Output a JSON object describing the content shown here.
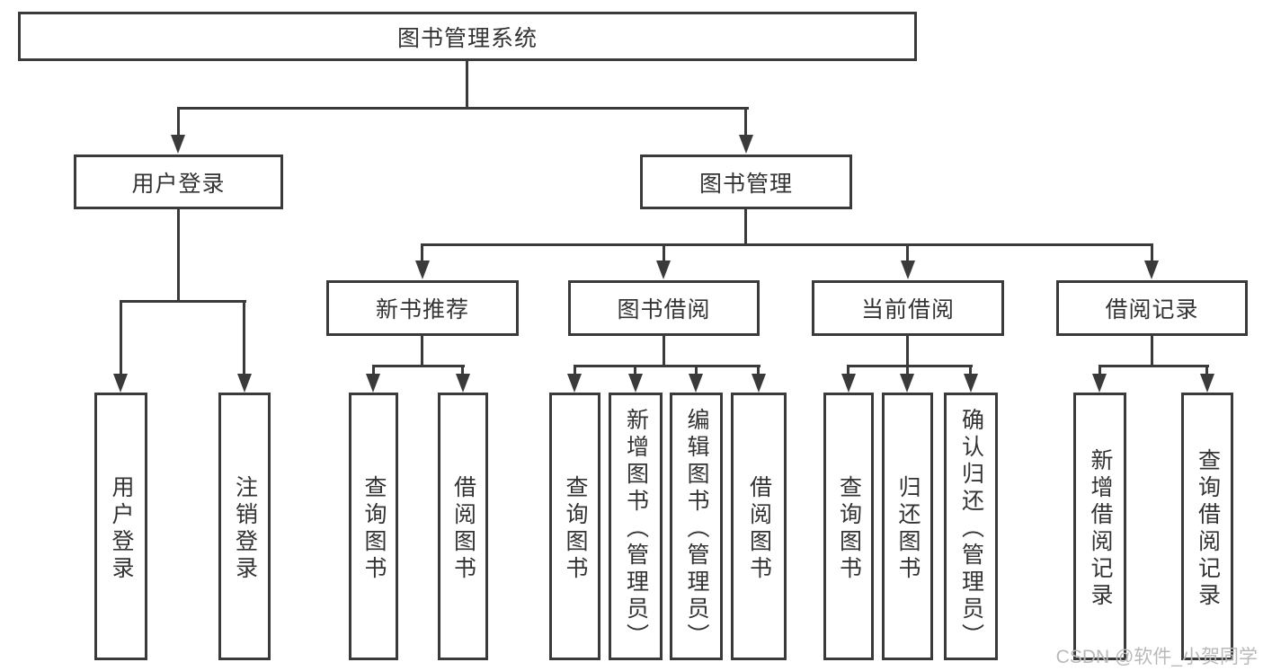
{
  "diagram": {
    "type": "hierarchy-tree",
    "root": {
      "label": "图书管理系统",
      "children": [
        {
          "label": "用户登录",
          "children": [
            {
              "label": "用户登录"
            },
            {
              "label": "注销登录"
            }
          ]
        },
        {
          "label": "图书管理",
          "children": [
            {
              "label": "新书推荐",
              "children": [
                {
                  "label": "查询图书"
                },
                {
                  "label": "借阅图书"
                }
              ]
            },
            {
              "label": "图书借阅",
              "children": [
                {
                  "label": "查询图书"
                },
                {
                  "label": "新增图书（管理员）"
                },
                {
                  "label": "编辑图书（管理员）"
                },
                {
                  "label": "借阅图书"
                }
              ]
            },
            {
              "label": "当前借阅",
              "children": [
                {
                  "label": "查询图书"
                },
                {
                  "label": "归还图书"
                },
                {
                  "label": "确认归还（管理员）"
                }
              ]
            },
            {
              "label": "借阅记录",
              "children": [
                {
                  "label": "新增借阅记录"
                },
                {
                  "label": "查询借阅记录"
                }
              ]
            }
          ]
        }
      ]
    }
  },
  "watermark": {
    "text": "CSDN @软件_小贺同学"
  },
  "colors": {
    "line": "#3a3a3a",
    "text": "#333333",
    "watermark": "#b9b9b9",
    "bg": "#ffffff"
  }
}
